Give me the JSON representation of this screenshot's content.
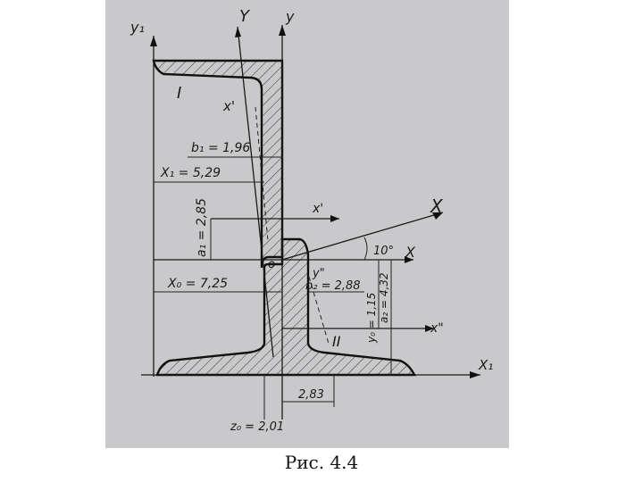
{
  "caption": "Рис. 4.4",
  "labels": {
    "axis_y1": "y₁",
    "axis_Y": "Y",
    "axis_y": "y",
    "axis_x1": "X₁",
    "axis_X": "X",
    "axis_x_small": "X",
    "axis_x_prime": "x'",
    "axis_y_prime": "x'",
    "axis_x_dprime": "x\"",
    "axis_y_dprime": "y\"",
    "part_I": "I",
    "part_II": "II",
    "origin": "o",
    "angle": "10°",
    "dim_b1": "b₁ = 1,96",
    "dim_x1": "X₁ = 5,29",
    "dim_a1": "a₁ = 2,85",
    "dim_x0": "X₀ = 7,25",
    "dim_b2": "b₂ = 2,88",
    "dim_y0": "y₀ = 1,15",
    "dim_a2": "a₂ = 4,32",
    "dim_283": "2,83",
    "dim_z0": "z₀ = 2,01"
  }
}
